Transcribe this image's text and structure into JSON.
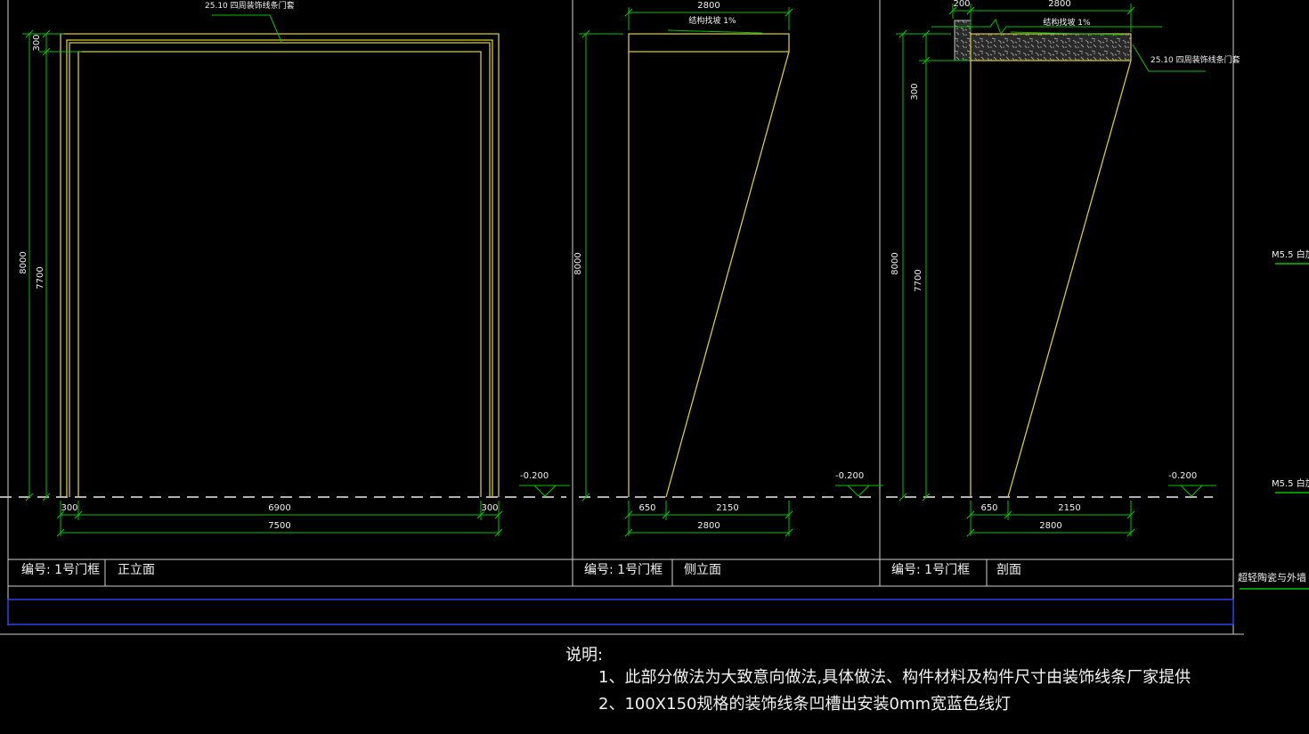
{
  "title_blocks": {
    "front": {
      "code": "编号: 1号门框",
      "view": "正立面"
    },
    "side": {
      "code": "编号: 1号门框",
      "view": "侧立面"
    },
    "section": {
      "code": "编号: 1号门框",
      "view": "剖面"
    }
  },
  "front": {
    "leader": "25.10 四周装饰线条门套",
    "dim_head": "300",
    "dim_height_outer": "8000",
    "dim_height_inner": "7700",
    "dim_bottom_left": "300",
    "dim_bottom_mid": "6900",
    "dim_bottom_right": "300",
    "dim_bottom_total": "7500",
    "elevation": "-0.200"
  },
  "side": {
    "dim_top": "2800",
    "slope_note": "结构找坡 1%",
    "dim_height": "8000",
    "dim_bottom_left": "650",
    "dim_bottom_right": "2150",
    "dim_bottom_total": "2800",
    "elevation": "-0.200"
  },
  "section": {
    "dim_top_left": "200",
    "dim_top": "2800",
    "slope_note": "结构找坡 1%",
    "leader": "25.10 四周装饰线条门套",
    "dim_head": "300",
    "dim_height_outer": "8000",
    "dim_height_inner": "7700",
    "dim_bottom_left": "650",
    "dim_bottom_right": "2150",
    "dim_bottom_total": "2800",
    "elevation": "-0.200"
  },
  "margin": {
    "block_note_top": "M5.5 白加",
    "block_note_bottom": "M5.5 白加",
    "wall_note": "超轻陶瓷与外墙"
  },
  "notes": {
    "heading": "说明:",
    "line1": "1、此部分做法为大致意向做法,具体做法、构件材料及构件尺寸由装饰线条厂家提供",
    "line2": "2、100X150规格的装饰线条凹槽出安装0mm宽蓝色线灯"
  },
  "colors": {
    "line_yellow": "#d8c930",
    "line_green": "#00c400",
    "line_blue": "#2e46ff",
    "line_gray": "#b0b0b0"
  }
}
